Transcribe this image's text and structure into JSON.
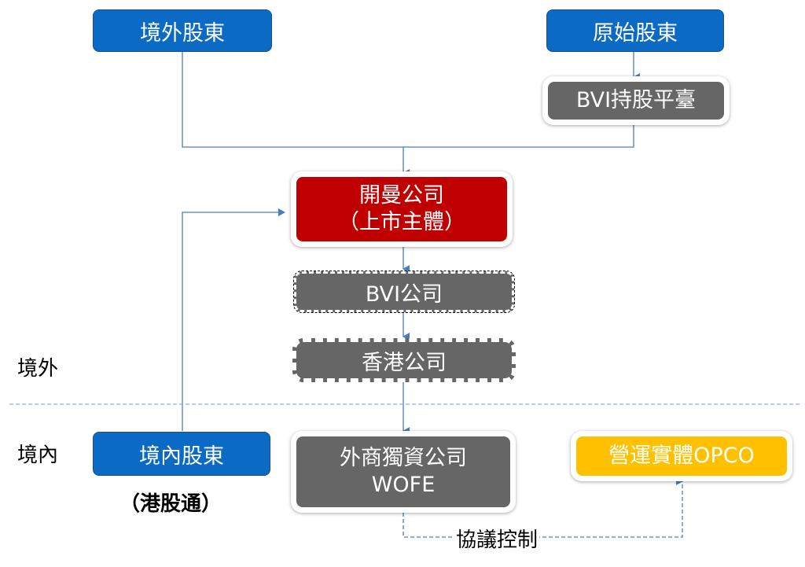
{
  "nodes": {
    "offshore_shareholders": "境外股東",
    "original_shareholders": "原始股東",
    "bvi_holding_platform": "BVI持股平臺",
    "listed_company_line1": "開曼公司",
    "listed_company_line2": "（上市主體）",
    "bvi_company": "BVI公司",
    "hk_company": "香港公司",
    "domestic_shareholders": "境內股東",
    "domestic_shareholders_note": "（港股通）",
    "wofe_line1": "外商獨資公司",
    "wofe_line2": "WOFE",
    "opco": "營運實體OPCO"
  },
  "regions": {
    "offshore": "境外",
    "onshore": "境內"
  },
  "edges": {
    "vie_control_label": "協議控制"
  },
  "colors": {
    "shareholder_blue": "#0b6bc4",
    "listed_red": "#c00000",
    "entity_gray": "#666666",
    "opco_yellow": "#ffc000",
    "connector_blue": "#4a7ebb"
  }
}
